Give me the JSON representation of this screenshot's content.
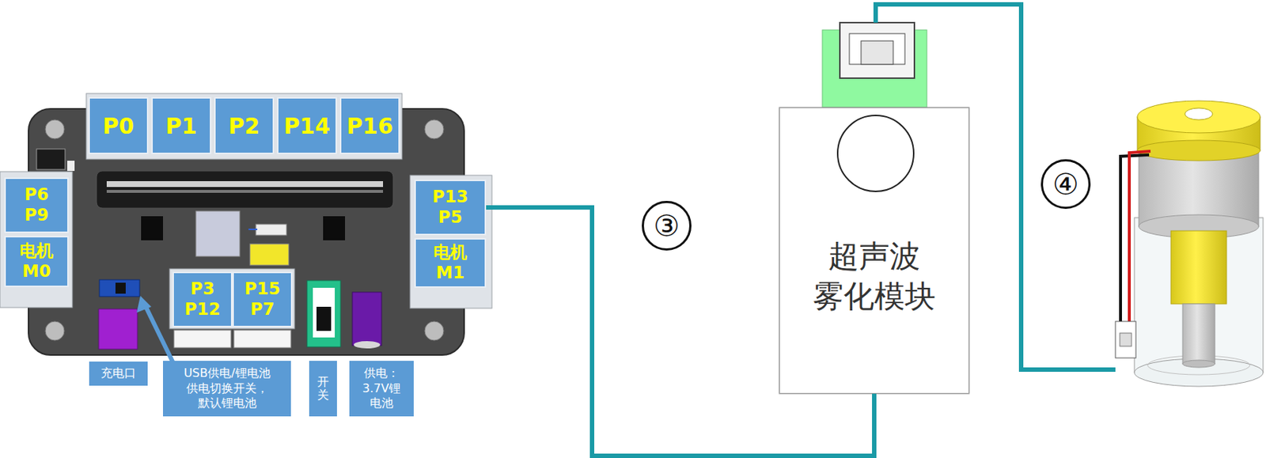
{
  "diagram": {
    "nodes": [
      {
        "text": [
          "P0"
        ]
      },
      {
        "text": [
          "P1"
        ]
      },
      {
        "text": [
          "P2"
        ]
      },
      {
        "text": [
          "P14"
        ]
      },
      {
        "text": [
          "P16"
        ]
      },
      {
        "text": [
          "P6 P9"
        ]
      },
      {
        "text": [
          "电机 M0"
        ]
      },
      {
        "text": [
          "P13 P5"
        ]
      },
      {
        "text": [
          "电机 M1"
        ]
      },
      {
        "text": [
          "P3 P12"
        ]
      },
      {
        "text": [
          "P15 P7"
        ]
      },
      {
        "text": [
          "充电口"
        ]
      },
      {
        "text": [
          "USB供电/锂电池 供电切换开关，默认锂电池"
        ]
      },
      {
        "text": [
          "开关"
        ]
      },
      {
        "text": [
          "供电：3.7V锂电池"
        ]
      },
      {
        "text": [
          "超声波 雾化模块"
        ]
      }
    ],
    "edges": [
      {
        "from": 7,
        "to": 15,
        "arrow": "none"
      }
    ],
    "labels": [
      "③",
      "④"
    ]
  }
}
